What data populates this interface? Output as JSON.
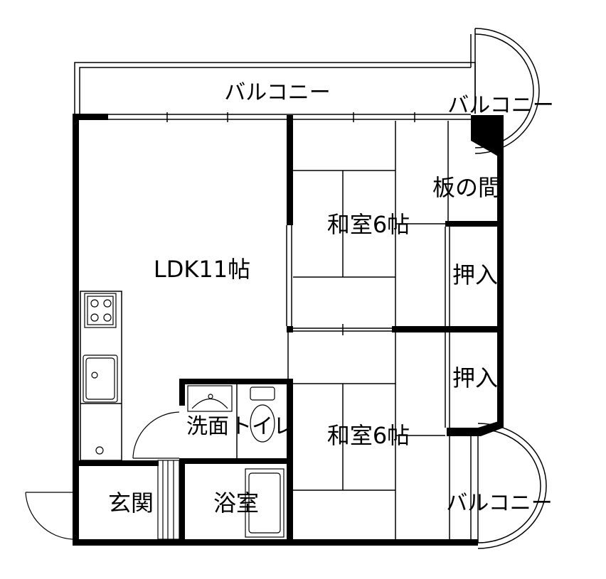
{
  "rooms": {
    "balcony_top": "バルコニー",
    "balcony_top_right": "バルコニー",
    "balcony_bottom_right": "バルコニー",
    "ldk": "LDK11帖",
    "washitsu_upper": "和室6帖",
    "washitsu_lower": "和室6帖",
    "itanoma": "板の間",
    "oshiire_upper": "押入",
    "oshiire_lower": "押入",
    "senmen": "洗面",
    "toilet": "トイレ",
    "genkan": "玄関",
    "yokushitsu": "浴室"
  },
  "colors": {
    "wall": "#000000",
    "background": "#ffffff",
    "line": "#000000"
  }
}
